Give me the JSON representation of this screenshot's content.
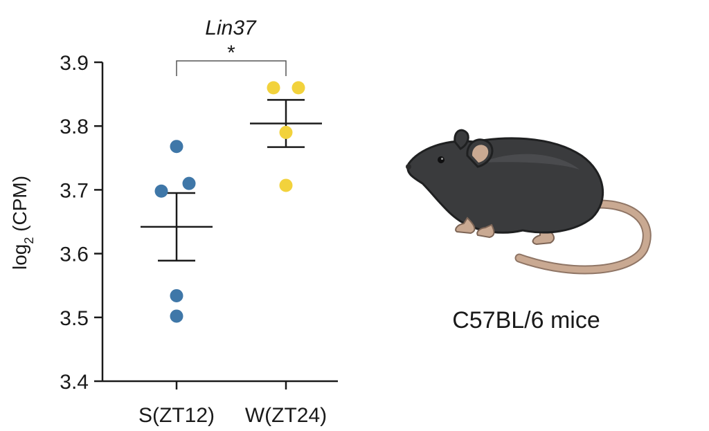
{
  "chart_data": {
    "type": "scatter",
    "title": "Lin37",
    "ylabel_main": "log",
    "ylabel_sub": "2",
    "ylabel_rest": " (CPM)",
    "ylim": [
      3.4,
      3.9
    ],
    "yticks": [
      "3.4",
      "3.5",
      "3.6",
      "3.7",
      "3.8",
      "3.9"
    ],
    "grid": false,
    "categories": [
      "S(ZT12)",
      "W(ZT24)"
    ],
    "series": [
      {
        "category": "S(ZT12)",
        "color": "#3f77a8",
        "points": [
          3.768,
          3.698,
          3.71,
          3.534,
          3.502
        ],
        "mean": 3.642,
        "sem": 0.053
      },
      {
        "category": "W(ZT24)",
        "color": "#f2d23c",
        "points": [
          3.86,
          3.86,
          3.79,
          3.707
        ],
        "mean": 3.804,
        "sem": 0.037
      }
    ],
    "significance": "*"
  },
  "illustration": {
    "caption": "C57BL/6 mice",
    "icon": "mouse-illustration",
    "body_color": "#3a3b3d",
    "ear_color": "#c9a992",
    "tail_color": "#c9a992"
  }
}
